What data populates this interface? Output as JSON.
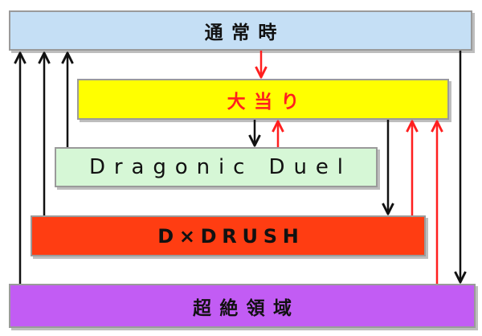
{
  "states": {
    "normal": "通常時",
    "jackpot": "大当り",
    "duel": "Dragonic Duel",
    "drush": "D×DRUSH",
    "ultimate": "超絶領域"
  },
  "colors": {
    "normal_fill": "#c5dff5",
    "jackpot_fill": "#ffff00",
    "jackpot_text": "#ff1f1f",
    "duel_fill": "#d6f7d6",
    "drush_fill": "#ff3d12",
    "ultimate_fill": "#c25cf4",
    "arrow_black": "#111111",
    "arrow_red": "#ff1f1f"
  },
  "transitions": [
    {
      "from": "ultimate",
      "to": "normal",
      "color": "black"
    },
    {
      "from": "drush",
      "to": "normal",
      "color": "black"
    },
    {
      "from": "duel",
      "to": "normal",
      "color": "black"
    },
    {
      "from": "normal",
      "to": "jackpot",
      "color": "red"
    },
    {
      "from": "normal",
      "to": "ultimate",
      "color": "black"
    },
    {
      "from": "jackpot",
      "to": "duel",
      "color": "black"
    },
    {
      "from": "duel",
      "to": "jackpot",
      "color": "red"
    },
    {
      "from": "jackpot",
      "to": "drush",
      "color": "black"
    },
    {
      "from": "drush",
      "to": "jackpot",
      "color": "red"
    },
    {
      "from": "ultimate",
      "to": "jackpot",
      "color": "red"
    }
  ]
}
